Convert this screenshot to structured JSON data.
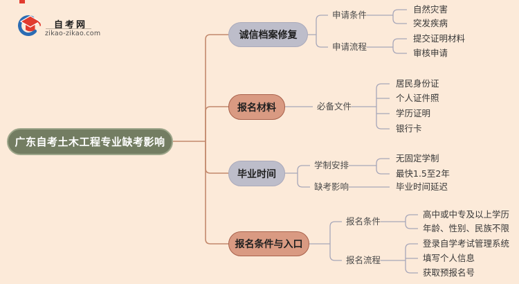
{
  "colors": {
    "bg": "#fcead9",
    "root-fill": "#737d62",
    "root-border": "#9da68a",
    "pill-gray": "#bdbdca",
    "pill-gray-border": "#a9a9bb",
    "pill-tan": "#d99a82",
    "pill-tan-border": "#a8614b",
    "line-warm": "#c2886c",
    "line-cool": "#a6a6b9",
    "text-pill": "#1f1f1f",
    "text-l2": "#4a4a4a",
    "text-leaf": "#383838",
    "brand-red": "#e13b2f",
    "brand-blue": "#2b6cb3"
  },
  "logo": {
    "site_name": "自考网",
    "site_url": "zikao-zikao.com"
  },
  "mindmap": {
    "root": {
      "label": "广东自考土木工程专业缺考影响"
    },
    "branches": [
      {
        "label": "诚信档案修复",
        "children": [
          {
            "label": "申请条件",
            "items": [
              "自然灾害",
              "突发疾病"
            ]
          },
          {
            "label": "申请流程",
            "items": [
              "提交证明材料",
              "审核申请"
            ]
          }
        ]
      },
      {
        "label": "报名材料",
        "children": [
          {
            "label": "必备文件",
            "items": [
              "居民身份证",
              "个人证件照",
              "学历证明",
              "银行卡"
            ]
          }
        ]
      },
      {
        "label": "毕业时间",
        "children": [
          {
            "label": "学制安排",
            "items": [
              "无固定学制",
              "最快1.5至2年"
            ]
          },
          {
            "label": "缺考影响",
            "items": [
              "毕业时间延迟"
            ]
          }
        ]
      },
      {
        "label": "报名条件与入口",
        "children": [
          {
            "label": "报名条件",
            "items": [
              "高中或中专及以上学历",
              "年龄、性别、民族不限"
            ]
          },
          {
            "label": "报名流程",
            "items": [
              "登录自学考试管理系统",
              "填写个人信息",
              "获取预报名号"
            ]
          }
        ]
      }
    ]
  }
}
